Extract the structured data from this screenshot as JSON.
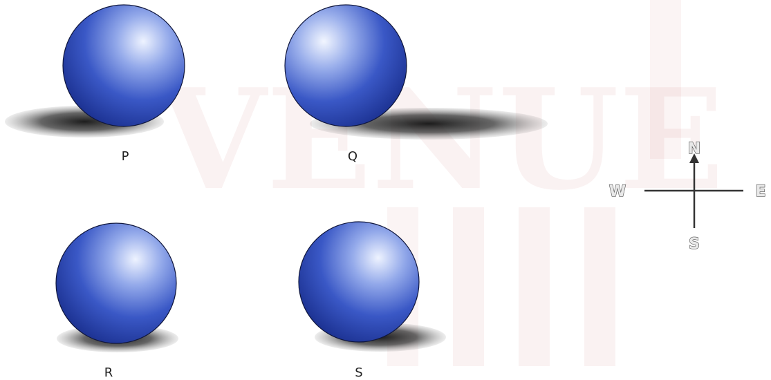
{
  "watermark": {
    "text": "VENUE"
  },
  "spheres": [
    {
      "label": "P",
      "shadow": "left"
    },
    {
      "label": "Q",
      "shadow": "right"
    },
    {
      "label": "R",
      "shadow": "below"
    },
    {
      "label": "S",
      "shadow": "below-right"
    }
  ],
  "compass": {
    "north": "N",
    "south": "S",
    "east": "E",
    "west": "W"
  },
  "colors": {
    "sphere": "#2746b8",
    "highlight": "#eef3ff",
    "shadow": "#111111",
    "watermark": "#b32020"
  }
}
